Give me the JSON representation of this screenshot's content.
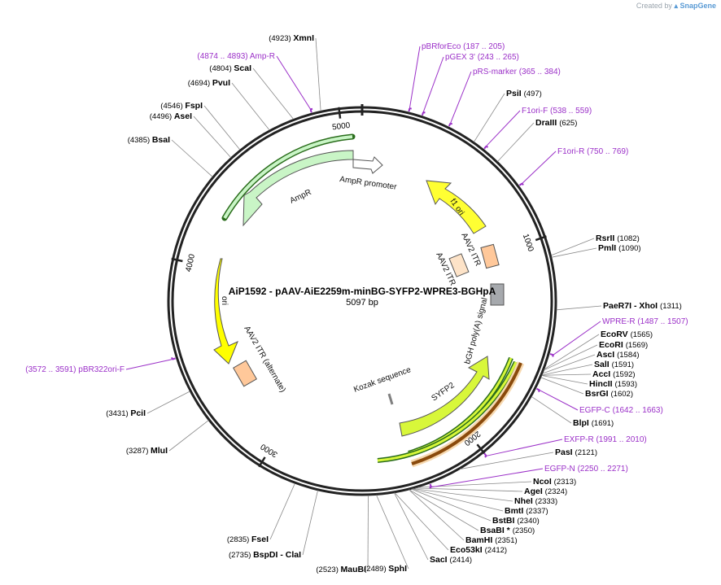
{
  "credit": {
    "prefix": "Created by",
    "brand": "SnapGene"
  },
  "plasmid": {
    "name": "AiP1592 - pAAV-AiE2259m-minBG-SYFP2-WPRE3-BGHpA",
    "size_label": "5097 bp",
    "length": 5097
  },
  "ticks": [
    {
      "pos": 1000,
      "label": "1000"
    },
    {
      "pos": 2000,
      "label": "2000"
    },
    {
      "pos": 3000,
      "label": "3000"
    },
    {
      "pos": 4000,
      "label": "4000"
    },
    {
      "pos": 5000,
      "label": "5000"
    }
  ],
  "enzymes": [
    {
      "name": "XmnI",
      "pos": 4923,
      "pos_label": "(4923)",
      "side": "L"
    },
    {
      "name": "ScaI",
      "pos": 4804,
      "pos_label": "(4804)",
      "side": "L"
    },
    {
      "name": "PvuI",
      "pos": 4694,
      "pos_label": "(4694)",
      "side": "L"
    },
    {
      "name": "FspI",
      "pos": 4546,
      "pos_label": "(4546)",
      "side": "L"
    },
    {
      "name": "AseI",
      "pos": 4496,
      "pos_label": "(4496)",
      "side": "L"
    },
    {
      "name": "BsaI",
      "pos": 4385,
      "pos_label": "(4385)",
      "side": "L"
    },
    {
      "name": "PsiI",
      "pos": 497,
      "pos_label": "(497)",
      "side": "R"
    },
    {
      "name": "DraIII",
      "pos": 625,
      "pos_label": "(625)",
      "side": "R"
    },
    {
      "name": "RsrII",
      "pos": 1082,
      "pos_label": "(1082)",
      "side": "R"
    },
    {
      "name": "PmlI",
      "pos": 1090,
      "pos_label": "(1090)",
      "side": "R"
    },
    {
      "name": "PaeR7I - XhoI",
      "pos": 1311,
      "pos_label": "(1311)",
      "side": "R"
    },
    {
      "name": "EcoRV",
      "pos": 1565,
      "pos_label": "(1565)",
      "side": "R"
    },
    {
      "name": "EcoRI",
      "pos": 1569,
      "pos_label": "(1569)",
      "side": "R"
    },
    {
      "name": "AscI",
      "pos": 1584,
      "pos_label": "(1584)",
      "side": "R"
    },
    {
      "name": "SalI",
      "pos": 1591,
      "pos_label": "(1591)",
      "side": "R"
    },
    {
      "name": "AccI",
      "pos": 1592,
      "pos_label": "(1592)",
      "side": "R"
    },
    {
      "name": "HincII",
      "pos": 1593,
      "pos_label": "(1593)",
      "side": "R"
    },
    {
      "name": "BsrGI",
      "pos": 1602,
      "pos_label": "(1602)",
      "side": "R"
    },
    {
      "name": "BlpI",
      "pos": 1691,
      "pos_label": "(1691)",
      "side": "R"
    },
    {
      "name": "PasI",
      "pos": 2121,
      "pos_label": "(2121)",
      "side": "R"
    },
    {
      "name": "NcoI",
      "pos": 2313,
      "pos_label": "(2313)",
      "side": "R"
    },
    {
      "name": "AgeI",
      "pos": 2324,
      "pos_label": "(2324)",
      "side": "R"
    },
    {
      "name": "NheI",
      "pos": 2333,
      "pos_label": "(2333)",
      "side": "R"
    },
    {
      "name": "BmtI",
      "pos": 2337,
      "pos_label": "(2337)",
      "side": "R"
    },
    {
      "name": "BstBI",
      "pos": 2340,
      "pos_label": "(2340)",
      "side": "R"
    },
    {
      "name": "BsaBI *",
      "pos": 2350,
      "pos_label": "(2350)",
      "side": "R"
    },
    {
      "name": "BamHI",
      "pos": 2351,
      "pos_label": "(2351)",
      "side": "R"
    },
    {
      "name": "Eco53kI",
      "pos": 2412,
      "pos_label": "(2412)",
      "side": "R"
    },
    {
      "name": "SacI",
      "pos": 2414,
      "pos_label": "(2414)",
      "side": "R"
    },
    {
      "name": "SphI",
      "pos": 2489,
      "pos_label": "(2489)",
      "side": "B"
    },
    {
      "name": "MauBI",
      "pos": 2523,
      "pos_label": "(2523)",
      "side": "B"
    },
    {
      "name": "BspDI - ClaI",
      "pos": 2735,
      "pos_label": "(2735)",
      "side": "L"
    },
    {
      "name": "FseI",
      "pos": 2835,
      "pos_label": "(2835)",
      "side": "L"
    },
    {
      "name": "MluI",
      "pos": 3287,
      "pos_label": "(3287)",
      "side": "L"
    },
    {
      "name": "PciI",
      "pos": 3431,
      "pos_label": "(3431)",
      "side": "L"
    }
  ],
  "primers": [
    {
      "name": "Amp-R",
      "range": "(4874 .. 4893)",
      "pos": 4884
    },
    {
      "name": "pBRforEco",
      "range": "(187 .. 205)",
      "pos": 196
    },
    {
      "name": "pGEX 3'",
      "range": "(243 .. 265)",
      "pos": 254
    },
    {
      "name": "pRS-marker",
      "range": "(365 .. 384)",
      "pos": 374
    },
    {
      "name": "F1ori-F",
      "range": "(538 .. 559)",
      "pos": 548
    },
    {
      "name": "F1ori-R",
      "range": "(750 .. 769)",
      "pos": 760
    },
    {
      "name": "WPRE-R",
      "range": "(1487 .. 1507)",
      "pos": 1497
    },
    {
      "name": "EGFP-C",
      "range": "(1642 .. 1663)",
      "pos": 1652
    },
    {
      "name": "EXFP-R",
      "range": "(1991 .. 2010)",
      "pos": 2000
    },
    {
      "name": "EGFP-N",
      "range": "(2250 .. 2271)",
      "pos": 2260
    },
    {
      "name": "pBR322ori-F",
      "range": "(3572 .. 3591)",
      "pos": 3581
    }
  ],
  "features": [
    {
      "label": "AmpR promoter",
      "color": "#ffffff"
    },
    {
      "label": "AmpR",
      "color": "#c9f5c6"
    },
    {
      "label": "f1 ori",
      "color": "#ffff33"
    },
    {
      "label": "AAV2 ITR",
      "color": "#ffc89a"
    },
    {
      "label": "AAV2 ITR",
      "color": "#fde3c8"
    },
    {
      "label": "bGH poly(A) signal",
      "color": "#a6a9ad"
    },
    {
      "label": "SYFP2",
      "color": "#d8f73a"
    },
    {
      "label": "Kozak sequence",
      "color": "#808080"
    },
    {
      "label": "ori",
      "color": "#ffff00"
    },
    {
      "label": "AAV2 ITR (alternate)",
      "color": "#ffc89a"
    }
  ],
  "colors": {
    "primer": "#9b30c8",
    "backbone": "#222222",
    "leader": "#888888",
    "green_arc": "#2a6d1c",
    "orange_arc": "#8a4a0c"
  }
}
